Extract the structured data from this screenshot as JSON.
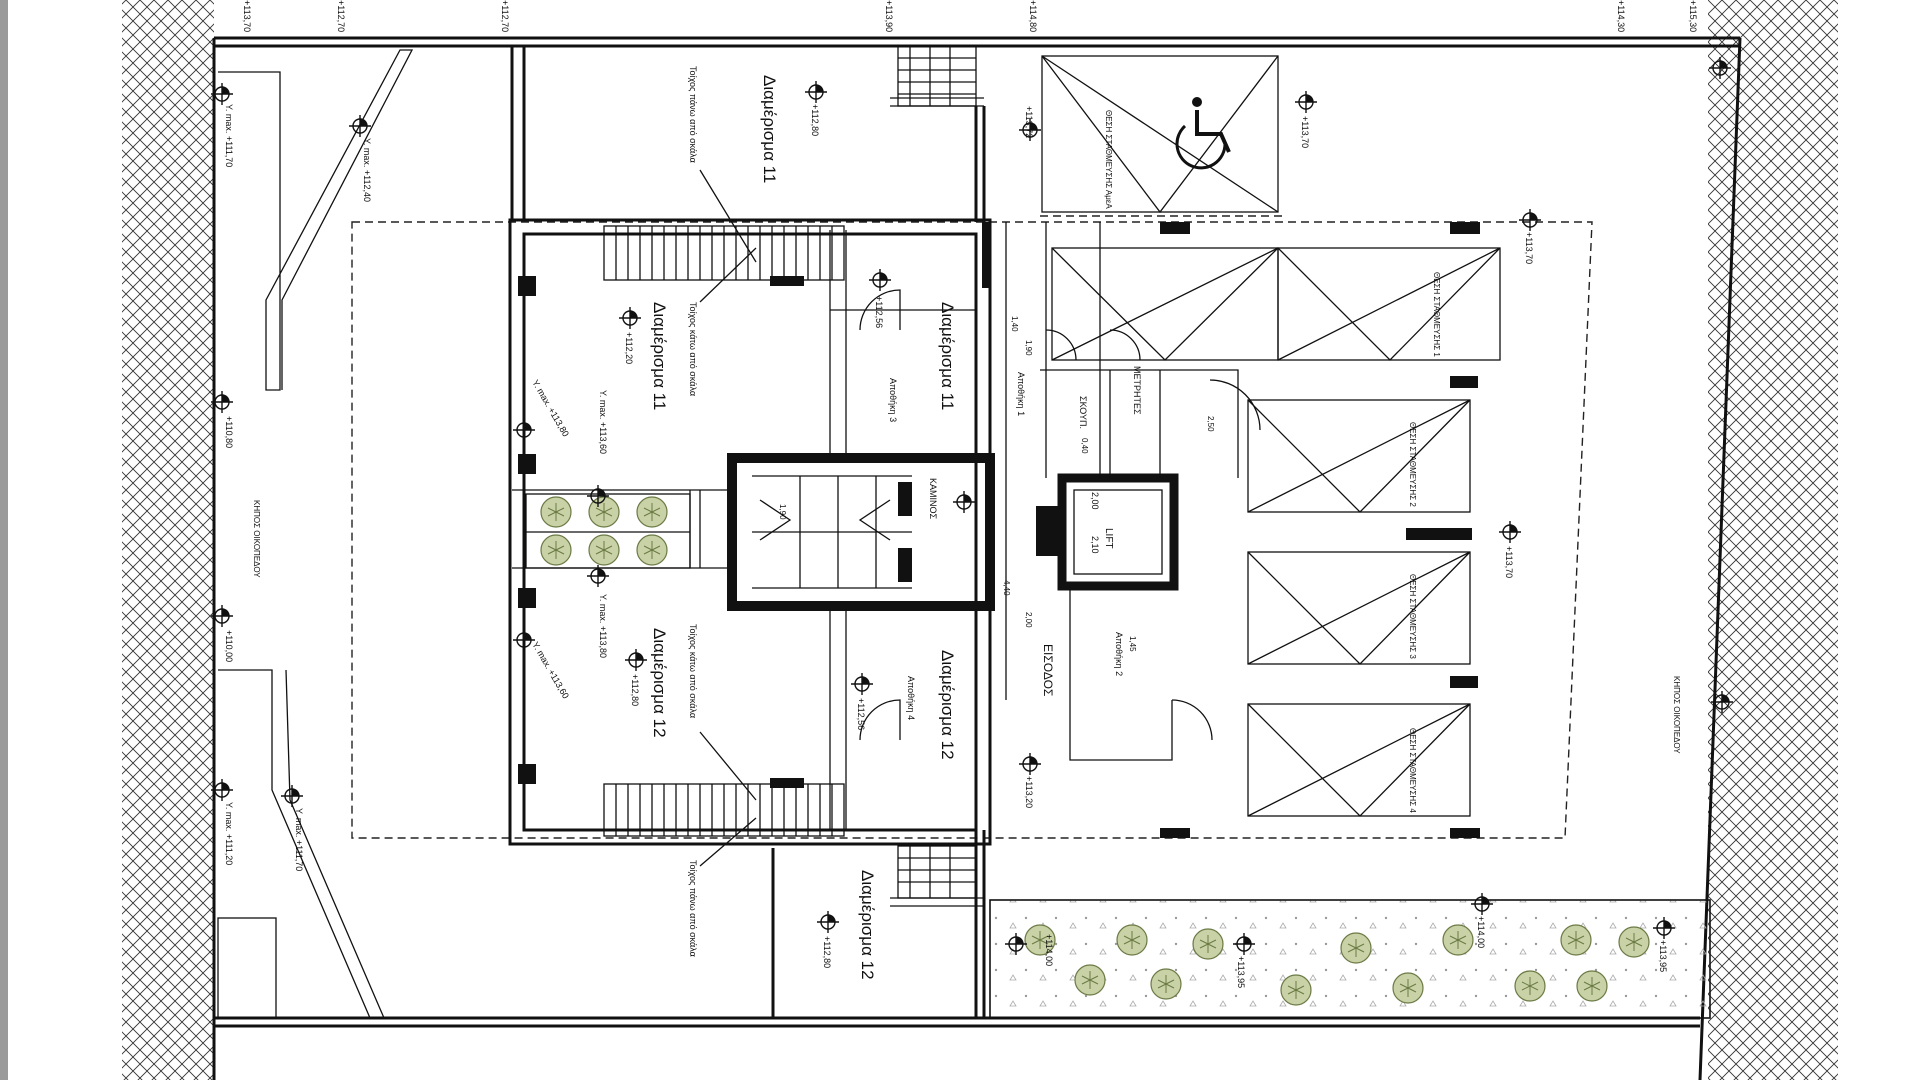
{
  "drawing": {
    "apartments": {
      "a11_upper": "Διαμέρισμα 11",
      "a11_left": "Διαμέρισμα 11",
      "a11_center": "Διαμέρισμα 11",
      "a12_left": "Διαμέρισμα 12",
      "a12_center": "Διαμέρισμα 12",
      "a12_lower": "Διαμέρισμα 12"
    },
    "rooms": {
      "storage1": "Αποθήκη 1",
      "storage2": "Αποθήκη 2",
      "storage3": "Αποθήκη 3",
      "storage4": "Αποθήκη 4",
      "chimney": "ΚΑΜΙΝΟΣ",
      "waste": "ΣΚΟΥΠ.",
      "meters": "ΜΕΤΡΗΤΕΣ",
      "entrance": "ΕΙΣΟΔΟΣ",
      "lift": "LIFT",
      "garden_left": "ΚΗΠΟΣ ΟΙΚΟΠΕΔΟΥ",
      "garden_right": "ΚΗΠΟΣ ΟΙΚΟΠΕΔΟΥ"
    },
    "parking": {
      "p1": "ΘΕΣΗ ΣΤΑΘΜΕΥΣΗΣ 1",
      "p2": "ΘΕΣΗ ΣΤΑΘΜΕΥΣΗΣ 2",
      "p3": "ΘΕΣΗ ΣΤΑΘΜΕΥΣΗΣ 3",
      "p4": "ΘΕΣΗ ΣΤΑΘΜΕΥΣΗΣ 4",
      "accessible": "ΘΕΣΗ ΣΤΑΘΜΕΥΣΗΣ ΑμεΑ"
    },
    "notes": {
      "wall_up_1": "Τοίχος πάνω από σκάλα",
      "wall_down_1": "Τοίχος κάτω από σκάλα",
      "wall_down_2": "Τοίχος κάτω από σκάλα",
      "wall_up_2": "Τοίχος πάνω από σκάλα"
    },
    "levels": {
      "l1": "+112,80",
      "l2": "+112,56",
      "l3": "+112,20",
      "l4": "+113,72",
      "l5": "+113,70",
      "l6": "+113,70",
      "l7": "+112,80",
      "l8": "+112,56",
      "l9": "+112,80",
      "l10": "+113,70",
      "l11": "+110,80",
      "l12": "+110,00",
      "l13": "Y. max. +111,70",
      "l14": "Y. max. +112,40",
      "l15": "Y. max. +113,80",
      "l16": "Y. max. +113,60",
      "l17": "Y. max. +113,80",
      "l18": "Y. max. +113,60",
      "l19": "Y. max. +111,20",
      "l20": "Y. max. +111,70",
      "l21": "+113,20",
      "l22": "+114,00",
      "l23": "+113,95",
      "l24": "+114,00",
      "l25": "+113,95"
    },
    "dimensions": {
      "d1": "2,00",
      "d2": "2,10",
      "d3": "1,40",
      "d4": "1,90",
      "d5": "2,50",
      "d6": "4,40",
      "d7": "0,40",
      "d8": "1,45",
      "d9": "1,90",
      "d10": "2,00"
    },
    "edge_marks": [
      "+113,70",
      "+112,70",
      "+112,70",
      "+113,90",
      "+114,80",
      "+114,30",
      "+115,30"
    ]
  }
}
